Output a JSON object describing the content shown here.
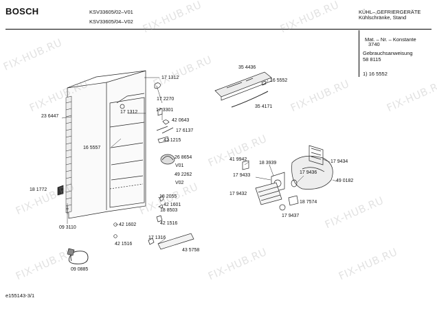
{
  "header": {
    "brand": "BOSCH",
    "models": [
      "KSV33605/02–V01",
      "KSV33605/04–V02"
    ],
    "category_line1": "KÜHL–,GEFRIERGERÄTE",
    "category_line2": "Kühlschränke, Stand"
  },
  "side_panel": {
    "mat_label": "Mat. – Nr. – Konstante",
    "mat_value": "3740",
    "manual_label": "Gebrauchsanweisung",
    "manual_number": "58 8115",
    "note": "1) 16 5552"
  },
  "part_labels": [
    "171312",
    "172270",
    "171312",
    "173301",
    "420643",
    "176137",
    "421215",
    "236447",
    "165557",
    "268654",
    "V01",
    "492262",
    "V02",
    "181772",
    "182055",
    "421601",
    "188503",
    "093110",
    "421602",
    "421516",
    "421516",
    "090885",
    "171316",
    "435758",
    "354436",
    "165552",
    "354171",
    "419942",
    "183939",
    "179433",
    "179434",
    "179436",
    "490182",
    "179432",
    "187574",
    "179437"
  ],
  "label_text": {
    "p171312a": "17 1312",
    "p172270": "17 2270",
    "p171312b": "17 1312",
    "p173301": "17 3301",
    "p420643": "42 0643",
    "p176137": "17 6137",
    "p421215": "42 1215",
    "p236447": "23 6447",
    "p165557": "16 5557",
    "p268654": "26 8654",
    "pV01": "V01",
    "p492262": "49 2262",
    "pV02": "V02",
    "p181772": "18 1772",
    "p182055": "18 2055",
    "p421601": "42 1601",
    "p188503": "18 8503",
    "p093110": "09 3110",
    "p421602": "42 1602",
    "p421516a": "42 1516",
    "p421516b": "42 1516",
    "p090885": "09 0885",
    "p171316": "17 1316",
    "p435758": "43 5758",
    "p354436": "35 4436",
    "p165552": "16 5552",
    "p354171": "35 4171",
    "p419942": "41 9942",
    "p183939": "18 3939",
    "p179433": "17 9433",
    "p179434": "17 9434",
    "p179436": "17 9436",
    "p490182": "49 0182",
    "p179432": "17 9432",
    "p187574": "18 7574",
    "p179437": "17 9437"
  },
  "footer": {
    "doc_id": "e155143-3/1"
  },
  "watermark": {
    "text": "FIX-HUB.RU",
    "color": "#969696"
  }
}
